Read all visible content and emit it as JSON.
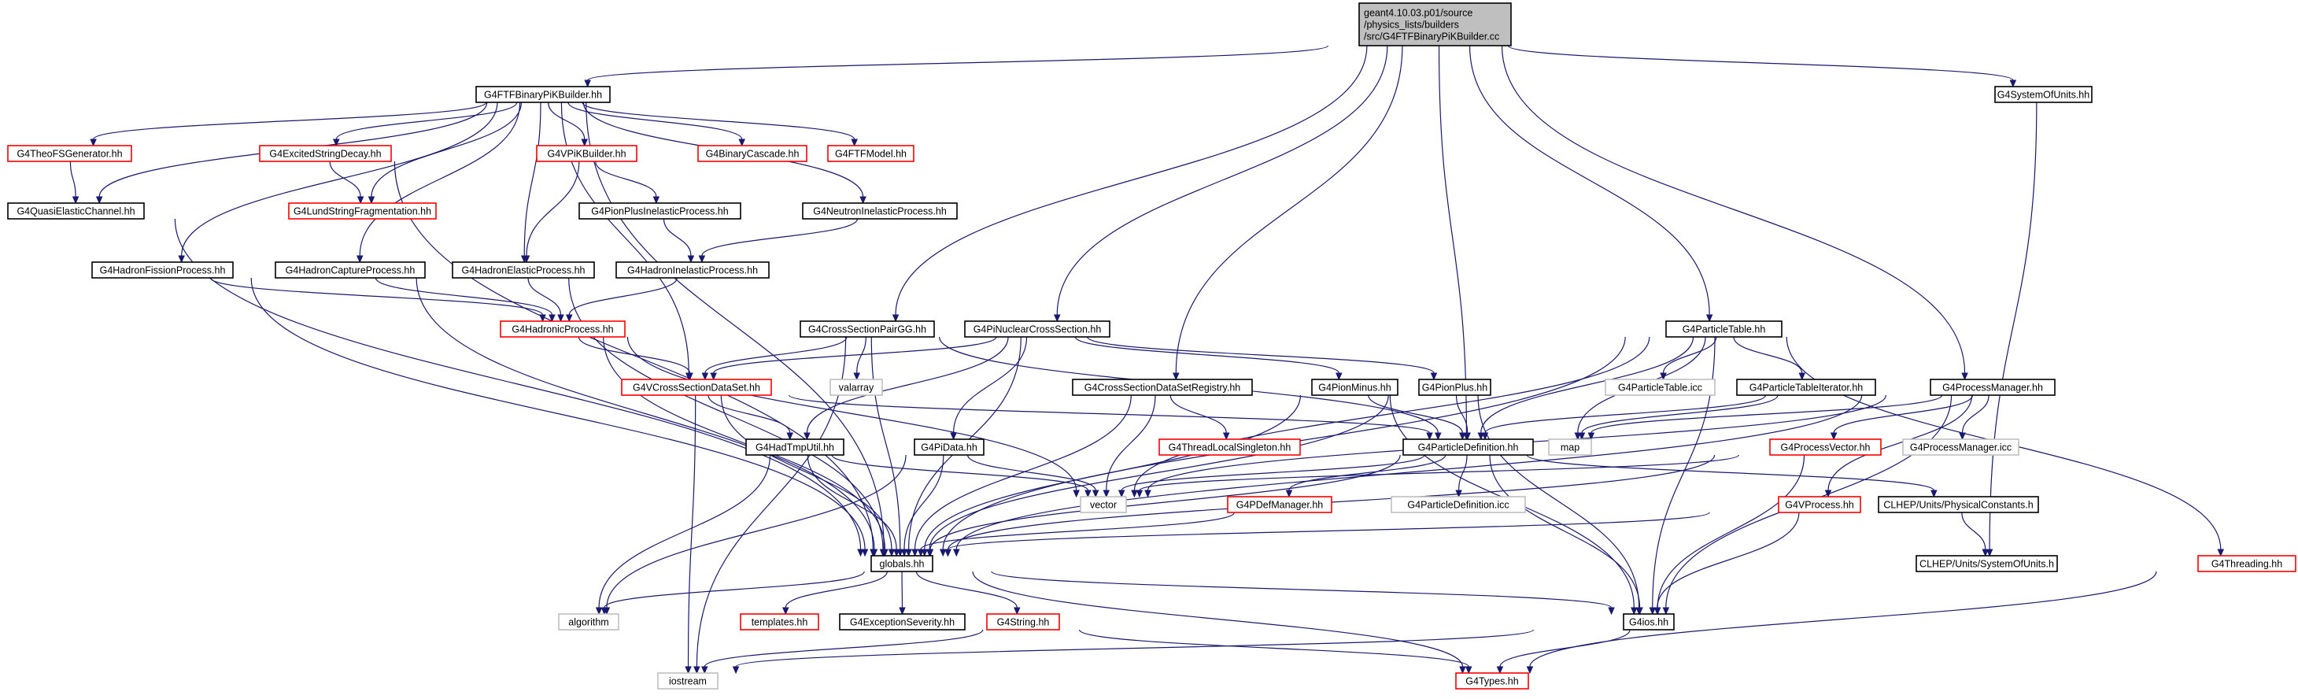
{
  "colors": {
    "normal_border": "#000000",
    "missing_border": "#ff0000",
    "external_border": "#bfbfbf",
    "root_fill": "#bfbfbf",
    "edge": "#191970"
  },
  "nodes": [
    {
      "id": "root",
      "lines": [
        "geant4.10.03.p01/source",
        "/physics_lists/builders",
        "/src/G4FTFBinaryPiKBuilder.cc"
      ],
      "kind": "root"
    },
    {
      "id": "ftfbuilder",
      "lines": [
        "G4FTFBinaryPiKBuilder.hh"
      ],
      "kind": "normal"
    },
    {
      "id": "sysunits",
      "lines": [
        "G4SystemOfUnits.hh"
      ],
      "kind": "normal"
    },
    {
      "id": "theofs",
      "lines": [
        "G4TheoFSGenerator.hh"
      ],
      "kind": "missing"
    },
    {
      "id": "excited",
      "lines": [
        "G4ExcitedStringDecay.hh"
      ],
      "kind": "missing"
    },
    {
      "id": "vpik",
      "lines": [
        "G4VPiKBuilder.hh"
      ],
      "kind": "missing"
    },
    {
      "id": "bincasc",
      "lines": [
        "G4BinaryCascade.hh"
      ],
      "kind": "missing"
    },
    {
      "id": "ftfmodel",
      "lines": [
        "G4FTFModel.hh"
      ],
      "kind": "missing"
    },
    {
      "id": "quasi",
      "lines": [
        "G4QuasiElasticChannel.hh"
      ],
      "kind": "normal"
    },
    {
      "id": "lund",
      "lines": [
        "G4LundStringFragmentation.hh"
      ],
      "kind": "missing"
    },
    {
      "id": "pionplusinel",
      "lines": [
        "G4PionPlusInelasticProcess.hh"
      ],
      "kind": "normal"
    },
    {
      "id": "neutroninel",
      "lines": [
        "G4NeutronInelasticProcess.hh"
      ],
      "kind": "normal"
    },
    {
      "id": "fission",
      "lines": [
        "G4HadronFissionProcess.hh"
      ],
      "kind": "normal"
    },
    {
      "id": "capture",
      "lines": [
        "G4HadronCaptureProcess.hh"
      ],
      "kind": "normal"
    },
    {
      "id": "elastic",
      "lines": [
        "G4HadronElasticProcess.hh"
      ],
      "kind": "normal"
    },
    {
      "id": "hadinel",
      "lines": [
        "G4HadronInelasticProcess.hh"
      ],
      "kind": "normal"
    },
    {
      "id": "hadproc",
      "lines": [
        "G4HadronicProcess.hh"
      ],
      "kind": "missing"
    },
    {
      "id": "cspairgg",
      "lines": [
        "G4CrossSectionPairGG.hh"
      ],
      "kind": "normal"
    },
    {
      "id": "pinuclear",
      "lines": [
        "G4PiNuclearCrossSection.hh"
      ],
      "kind": "normal"
    },
    {
      "id": "vcsds",
      "lines": [
        "G4VCrossSectionDataSet.hh"
      ],
      "kind": "missing"
    },
    {
      "id": "valarray",
      "lines": [
        "valarray"
      ],
      "kind": "external"
    },
    {
      "id": "csdsreg",
      "lines": [
        "G4CrossSectionDataSetRegistry.hh"
      ],
      "kind": "normal"
    },
    {
      "id": "pionminus",
      "lines": [
        "G4PionMinus.hh"
      ],
      "kind": "normal"
    },
    {
      "id": "pionplus",
      "lines": [
        "G4PionPlus.hh"
      ],
      "kind": "normal"
    },
    {
      "id": "ptable",
      "lines": [
        "G4ParticleTable.hh"
      ],
      "kind": "normal"
    },
    {
      "id": "ptableicc",
      "lines": [
        "G4ParticleTable.icc"
      ],
      "kind": "external"
    },
    {
      "id": "ptableiter",
      "lines": [
        "G4ParticleTableIterator.hh"
      ],
      "kind": "normal"
    },
    {
      "id": "procman",
      "lines": [
        "G4ProcessManager.hh"
      ],
      "kind": "normal"
    },
    {
      "id": "hadtmp",
      "lines": [
        "G4HadTmpUtil.hh"
      ],
      "kind": "normal"
    },
    {
      "id": "pidata",
      "lines": [
        "G4PiData.hh"
      ],
      "kind": "normal"
    },
    {
      "id": "tls",
      "lines": [
        "G4ThreadLocalSingleton.hh"
      ],
      "kind": "missing"
    },
    {
      "id": "map",
      "lines": [
        "map"
      ],
      "kind": "external"
    },
    {
      "id": "pdef",
      "lines": [
        "G4ParticleDefinition.hh"
      ],
      "kind": "normal"
    },
    {
      "id": "procvec",
      "lines": [
        "G4ProcessVector.hh"
      ],
      "kind": "missing"
    },
    {
      "id": "procmanicc",
      "lines": [
        "G4ProcessManager.icc"
      ],
      "kind": "external"
    },
    {
      "id": "vector",
      "lines": [
        "vector"
      ],
      "kind": "external"
    },
    {
      "id": "pdefman",
      "lines": [
        "G4PDefManager.hh"
      ],
      "kind": "missing"
    },
    {
      "id": "pdeficc",
      "lines": [
        "G4ParticleDefinition.icc"
      ],
      "kind": "external"
    },
    {
      "id": "vprocess",
      "lines": [
        "G4VProcess.hh"
      ],
      "kind": "missing"
    },
    {
      "id": "physconst",
      "lines": [
        "CLHEP/Units/PhysicalConstants.h"
      ],
      "kind": "normal"
    },
    {
      "id": "clhepsys",
      "lines": [
        "CLHEP/Units/SystemOfUnits.h"
      ],
      "kind": "normal"
    },
    {
      "id": "threading",
      "lines": [
        "G4Threading.hh"
      ],
      "kind": "missing"
    },
    {
      "id": "globals",
      "lines": [
        "globals.hh"
      ],
      "kind": "normal"
    },
    {
      "id": "algorithm",
      "lines": [
        "algorithm"
      ],
      "kind": "external"
    },
    {
      "id": "templates",
      "lines": [
        "templates.hh"
      ],
      "kind": "missing"
    },
    {
      "id": "excsev",
      "lines": [
        "G4ExceptionSeverity.hh"
      ],
      "kind": "normal"
    },
    {
      "id": "g4string",
      "lines": [
        "G4String.hh"
      ],
      "kind": "missing"
    },
    {
      "id": "g4ios",
      "lines": [
        "G4ios.hh"
      ],
      "kind": "normal"
    },
    {
      "id": "iostream",
      "lines": [
        "iostream"
      ],
      "kind": "external"
    },
    {
      "id": "g4types",
      "lines": [
        "G4Types.hh"
      ],
      "kind": "missing"
    }
  ],
  "edges": [
    [
      "root",
      "ftfbuilder"
    ],
    [
      "root",
      "sysunits"
    ],
    [
      "root",
      "cspairgg"
    ],
    [
      "root",
      "pinuclear"
    ],
    [
      "root",
      "csdsreg"
    ],
    [
      "root",
      "pdef"
    ],
    [
      "root",
      "ptable"
    ],
    [
      "root",
      "procman"
    ],
    [
      "ftfbuilder",
      "theofs"
    ],
    [
      "ftfbuilder",
      "excited"
    ],
    [
      "ftfbuilder",
      "vpik"
    ],
    [
      "ftfbuilder",
      "bincasc"
    ],
    [
      "ftfbuilder",
      "ftfmodel"
    ],
    [
      "ftfbuilder",
      "quasi"
    ],
    [
      "ftfbuilder",
      "lund"
    ],
    [
      "ftfbuilder",
      "neutroninel"
    ],
    [
      "ftfbuilder",
      "fission"
    ],
    [
      "ftfbuilder",
      "capture"
    ],
    [
      "ftfbuilder",
      "elastic"
    ],
    [
      "ftfbuilder",
      "vcsds"
    ],
    [
      "ftfbuilder",
      "globals"
    ],
    [
      "theofs",
      "quasi"
    ],
    [
      "excited",
      "lund"
    ],
    [
      "excited",
      "globals"
    ],
    [
      "vpik",
      "pionplusinel"
    ],
    [
      "vpik",
      "elastic"
    ],
    [
      "pionplusinel",
      "hadinel"
    ],
    [
      "neutroninel",
      "hadinel"
    ],
    [
      "quasi",
      "globals"
    ],
    [
      "fission",
      "hadproc"
    ],
    [
      "fission",
      "globals"
    ],
    [
      "capture",
      "hadproc"
    ],
    [
      "capture",
      "globals"
    ],
    [
      "elastic",
      "hadproc"
    ],
    [
      "elastic",
      "globals"
    ],
    [
      "hadinel",
      "hadproc"
    ],
    [
      "hadproc",
      "vcsds"
    ],
    [
      "hadproc",
      "globals"
    ],
    [
      "hadproc",
      "vector"
    ],
    [
      "cspairgg",
      "vcsds"
    ],
    [
      "cspairgg",
      "valarray"
    ],
    [
      "cspairgg",
      "globals"
    ],
    [
      "cspairgg",
      "pdef"
    ],
    [
      "cspairgg",
      "iostream"
    ],
    [
      "pinuclear",
      "vcsds"
    ],
    [
      "pinuclear",
      "hadtmp"
    ],
    [
      "pinuclear",
      "pidata"
    ],
    [
      "pinuclear",
      "globals"
    ],
    [
      "pinuclear",
      "pionminus"
    ],
    [
      "pinuclear",
      "pionplus"
    ],
    [
      "vcsds",
      "hadtmp"
    ],
    [
      "vcsds",
      "globals"
    ],
    [
      "vcsds",
      "pdef"
    ],
    [
      "vcsds",
      "iostream"
    ],
    [
      "csdsreg",
      "tls"
    ],
    [
      "csdsreg",
      "globals"
    ],
    [
      "csdsreg",
      "vector"
    ],
    [
      "pionminus",
      "pdef"
    ],
    [
      "pionminus",
      "globals"
    ],
    [
      "pionminus",
      "g4ios"
    ],
    [
      "pionplus",
      "pdef"
    ],
    [
      "pionplus",
      "globals"
    ],
    [
      "pionplus",
      "g4ios"
    ],
    [
      "ptable",
      "ptableicc"
    ],
    [
      "ptable",
      "ptableiter"
    ],
    [
      "ptable",
      "pdef"
    ],
    [
      "ptable",
      "globals"
    ],
    [
      "ptable",
      "map"
    ],
    [
      "ptable",
      "threading"
    ],
    [
      "ptable",
      "vector"
    ],
    [
      "ptable",
      "g4ios"
    ],
    [
      "ptableiter",
      "map"
    ],
    [
      "ptableiter",
      "pdef"
    ],
    [
      "procman",
      "procmanicc"
    ],
    [
      "procman",
      "procvec"
    ],
    [
      "procman",
      "vprocess"
    ],
    [
      "procman",
      "map"
    ],
    [
      "procman",
      "vector"
    ],
    [
      "procman",
      "globals"
    ],
    [
      "procman",
      "g4ios"
    ],
    [
      "hadtmp",
      "globals"
    ],
    [
      "hadtmp",
      "vector"
    ],
    [
      "hadtmp",
      "algorithm"
    ],
    [
      "pidata",
      "globals"
    ],
    [
      "pidata",
      "vector"
    ],
    [
      "pidata",
      "algorithm"
    ],
    [
      "pdef",
      "pdefman"
    ],
    [
      "pdef",
      "pdeficc"
    ],
    [
      "pdef",
      "physconst"
    ],
    [
      "pdef",
      "vector"
    ],
    [
      "pdef",
      "globals"
    ],
    [
      "pdef",
      "g4ios"
    ],
    [
      "procvec",
      "vector"
    ],
    [
      "procvec",
      "globals"
    ],
    [
      "procvec",
      "g4ios"
    ],
    [
      "pdefman",
      "globals"
    ],
    [
      "vprocess",
      "globals"
    ],
    [
      "vprocess",
      "g4ios"
    ],
    [
      "physconst",
      "clhepsys"
    ],
    [
      "sysunits",
      "clhepsys"
    ],
    [
      "threading",
      "g4types"
    ],
    [
      "globals",
      "algorithm"
    ],
    [
      "globals",
      "templates"
    ],
    [
      "globals",
      "excsev"
    ],
    [
      "globals",
      "g4string"
    ],
    [
      "globals",
      "g4ios"
    ],
    [
      "globals",
      "g4types"
    ],
    [
      "g4string",
      "iostream"
    ],
    [
      "g4string",
      "g4types"
    ],
    [
      "g4ios",
      "iostream"
    ],
    [
      "g4ios",
      "g4types"
    ]
  ]
}
